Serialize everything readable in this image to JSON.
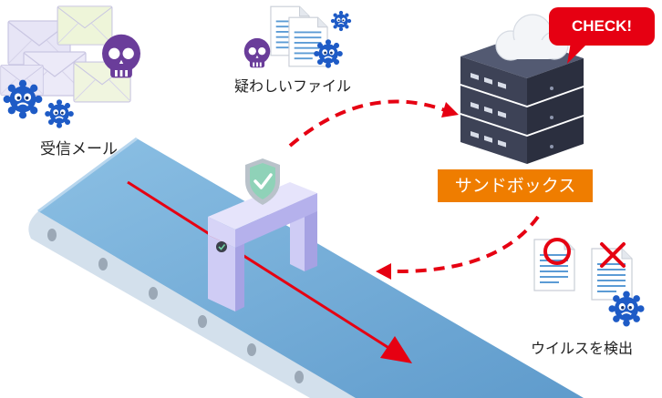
{
  "labels": {
    "received_mail": "受信メール",
    "suspicious_file": "疑わしいファイル",
    "check": "CHECK!",
    "sandbox": "サンドボックス",
    "virus_detected": "ウイルスを検出"
  },
  "colors": {
    "accent_red": "#e60012",
    "sandbox_orange": "#ef7d00",
    "belt_blue": "#6fa9d5",
    "server_dark": "#3a3f52",
    "virus_blue": "#1e5bc6",
    "skull_purple": "#6a3d9a",
    "gate_lavender": "#c9c6f2"
  },
  "icons": [
    "envelope-icon",
    "skull-icon",
    "virus-icon",
    "document-icon",
    "server-icon",
    "cloud-icon",
    "shield-check-icon",
    "circle-mark-icon",
    "cross-mark-icon"
  ]
}
